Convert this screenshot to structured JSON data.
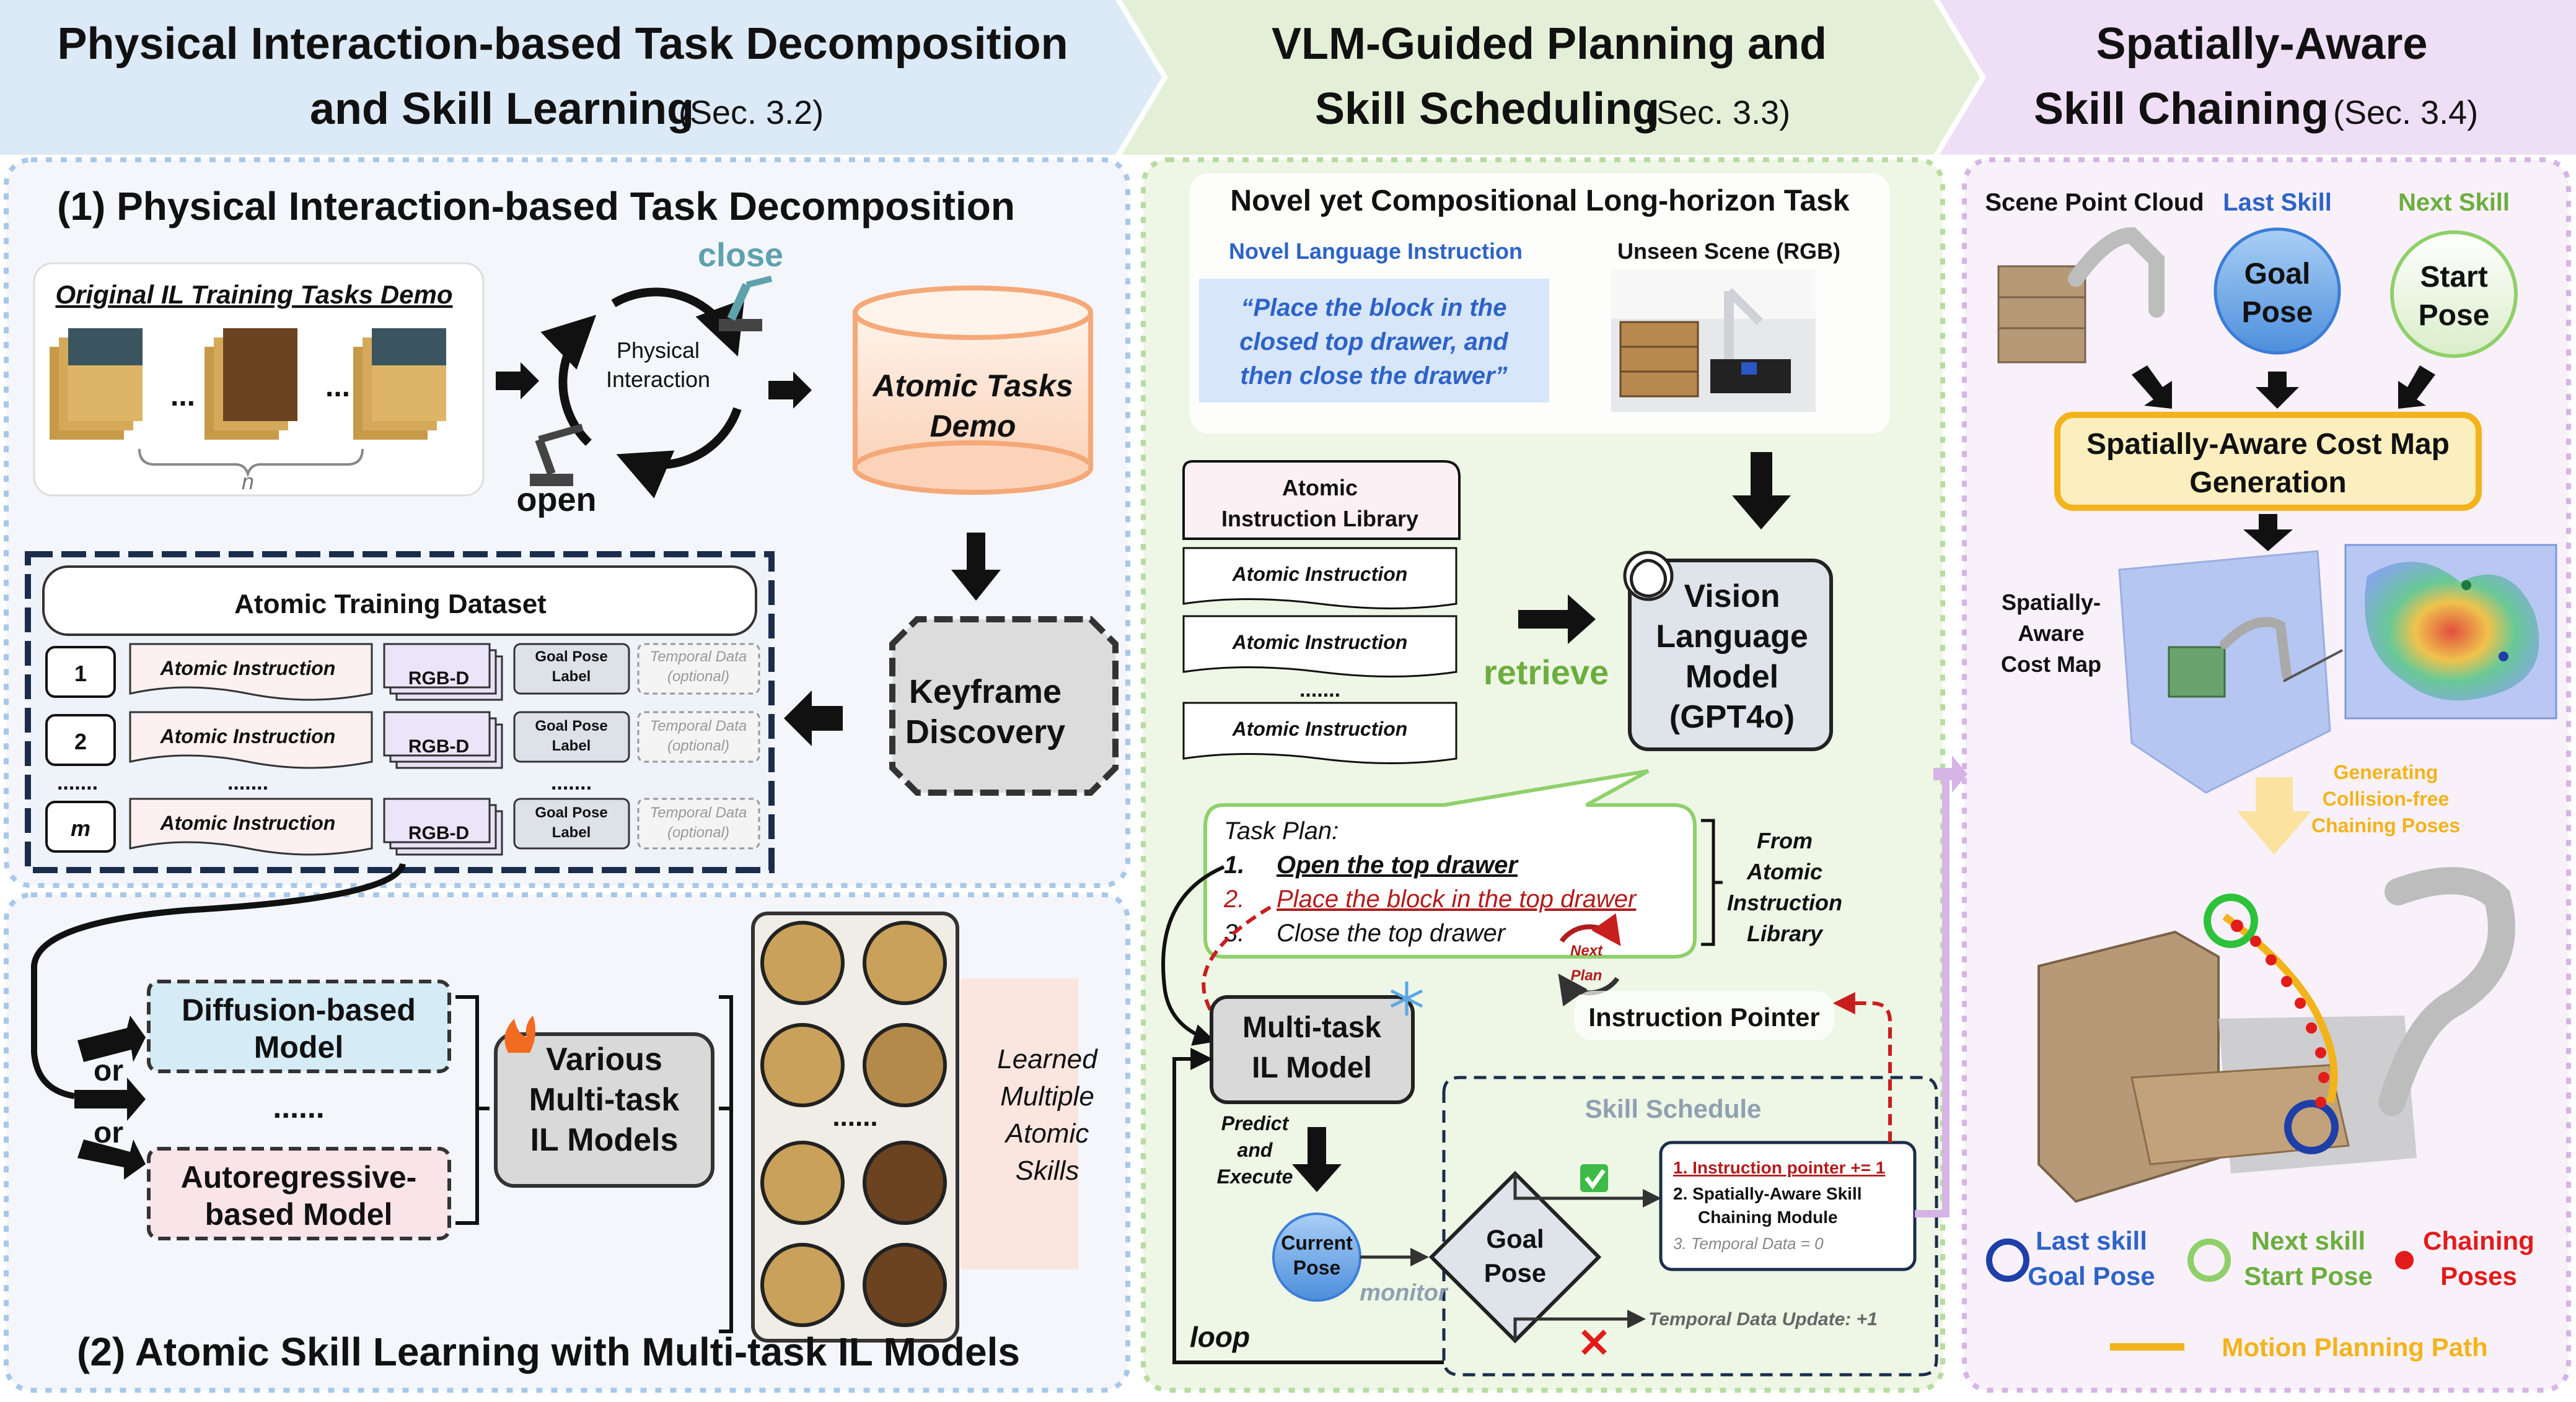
{
  "headers": {
    "h1": {
      "line1": "Physical Interaction-based Task Decomposition",
      "line2": "and Skill Learning",
      "sec": "(Sec. 3.2)"
    },
    "h2": {
      "line1": "VLM-Guided Planning and",
      "line2": "Skill Scheduling",
      "sec": "(Sec. 3.3)"
    },
    "h3": {
      "line1": "Spatially-Aware",
      "line2": "Skill Chaining",
      "sec": "(Sec. 3.4)"
    }
  },
  "left": {
    "title1": "(1) Physical Interaction-based Task Decomposition",
    "demo_label": "Original IL Training Tasks Demo",
    "dots": "...",
    "n": "n",
    "close": "close",
    "open": "open",
    "phys1": "Physical",
    "phys2": "Interaction",
    "atomic_demo1": "Atomic Tasks",
    "atomic_demo2": "Demo",
    "keyframe1": "Keyframe",
    "keyframe2": "Discovery",
    "dataset_title": "Atomic Training Dataset",
    "rows": [
      {
        "idx": "1",
        "instr": "Atomic Instruction",
        "rgbd": "RGB-D",
        "goal": "Goal Pose Label",
        "temporal": "Temporal Data (optional)"
      },
      {
        "idx": "2",
        "instr": "Atomic Instruction",
        "rgbd": "RGB-D",
        "goal": "Goal Pose Label",
        "temporal": "Temporal Data (optional)"
      },
      {
        "idx": "m",
        "instr": "Atomic Instruction",
        "rgbd": "RGB-D",
        "goal": "Goal Pose Label",
        "temporal": "Temporal Data (optional)"
      }
    ],
    "row_dots": ".......",
    "goal1": "Goal Pose",
    "goal2": "Label",
    "temp1": "Temporal Data",
    "temp2": "(optional)",
    "diffusion1": "Diffusion-based",
    "diffusion2": "Model",
    "autoreg1": "Autoregressive-",
    "autoreg2": "based Model",
    "model_dots": "......",
    "or": "or",
    "various1": "Various",
    "various2": "Multi-task",
    "various3": "IL Models",
    "learned1": "Learned",
    "learned2": "Multiple",
    "learned3": "Atomic",
    "learned4": "Skills",
    "title2": "(2) Atomic Skill Learning with Multi-task IL Models"
  },
  "mid": {
    "title": "Novel yet Compositional Long-horizon Task",
    "novel_lang": "Novel Language Instruction",
    "unseen": "Unseen Scene (RGB)",
    "quote1": "“Place the block in the",
    "quote2": "closed top drawer, and",
    "quote3": "then close the drawer”",
    "lib1": "Atomic",
    "lib2": "Instruction Library",
    "lib_items": [
      "Atomic Instruction",
      "Atomic Instruction",
      "Atomic Instruction"
    ],
    "lib_dots": ".......",
    "retrieve": "retrieve",
    "vlm1": "Vision",
    "vlm2": "Language",
    "vlm3": "Model",
    "vlm4": "(GPT4o)",
    "plan_title": "Task Plan:",
    "plan_nums": [
      "1.",
      "2.",
      "3."
    ],
    "plan_steps": [
      "Open the top drawer",
      "Place the block in the top drawer",
      "Close the top drawer"
    ],
    "from1": "From",
    "from2": "Atomic",
    "from3": "Instruction",
    "from4": "Library",
    "next_plan1": "Next",
    "next_plan2": "Plan",
    "pointer": "Instruction Pointer",
    "multitask1": "Multi-task",
    "multitask2": "IL  Model",
    "predict1": "Predict",
    "predict2": "and",
    "predict3": "Execute",
    "schedule": "Skill Schedule",
    "current1": "Current",
    "current2": "Pose",
    "monitor": "monitor",
    "goal1": "Goal",
    "goal2": "Pose",
    "sched_items": [
      "1. Instruction pointer += 1",
      "2. Spatially-Aware Skill",
      "Chaining Module",
      "3. Temporal Data = 0"
    ],
    "temporal_update": "Temporal Data Update: +1",
    "loop": "loop"
  },
  "right": {
    "scene_pc": "Scene Point Cloud",
    "last_skill": "Last Skill",
    "next_skill": "Next Skill",
    "goal1": "Goal",
    "goal2": "Pose",
    "start1": "Start",
    "start2": "Pose",
    "costmap1": "Spatially-Aware Cost Map",
    "costmap2": "Generation",
    "sacm1": "Spatially-",
    "sacm2": "Aware",
    "sacm3": "Cost Map",
    "gen1": "Generating",
    "gen2": "Collision-free",
    "gen3": "Chaining Poses",
    "legend_last1": "Last skill",
    "legend_last2": "Goal Pose",
    "legend_next1": "Next skill",
    "legend_next2": "Start Pose",
    "legend_chain1": "Chaining",
    "legend_chain2": "Poses",
    "motion_path": "Motion Planning Path"
  },
  "colors": {
    "header_blue": "#dce9f6",
    "header_green": "#e3f0d7",
    "header_purple": "#efdff6",
    "panel_left": "#f4f6fb",
    "panel_mid": "#eef6e6",
    "panel_right": "#f8f1fa",
    "green_text": "#6cae3e",
    "blue_text": "#2d63c8",
    "red_text": "#b01c1c",
    "orange": "#f5a878",
    "yellow": "#f3b31a"
  }
}
